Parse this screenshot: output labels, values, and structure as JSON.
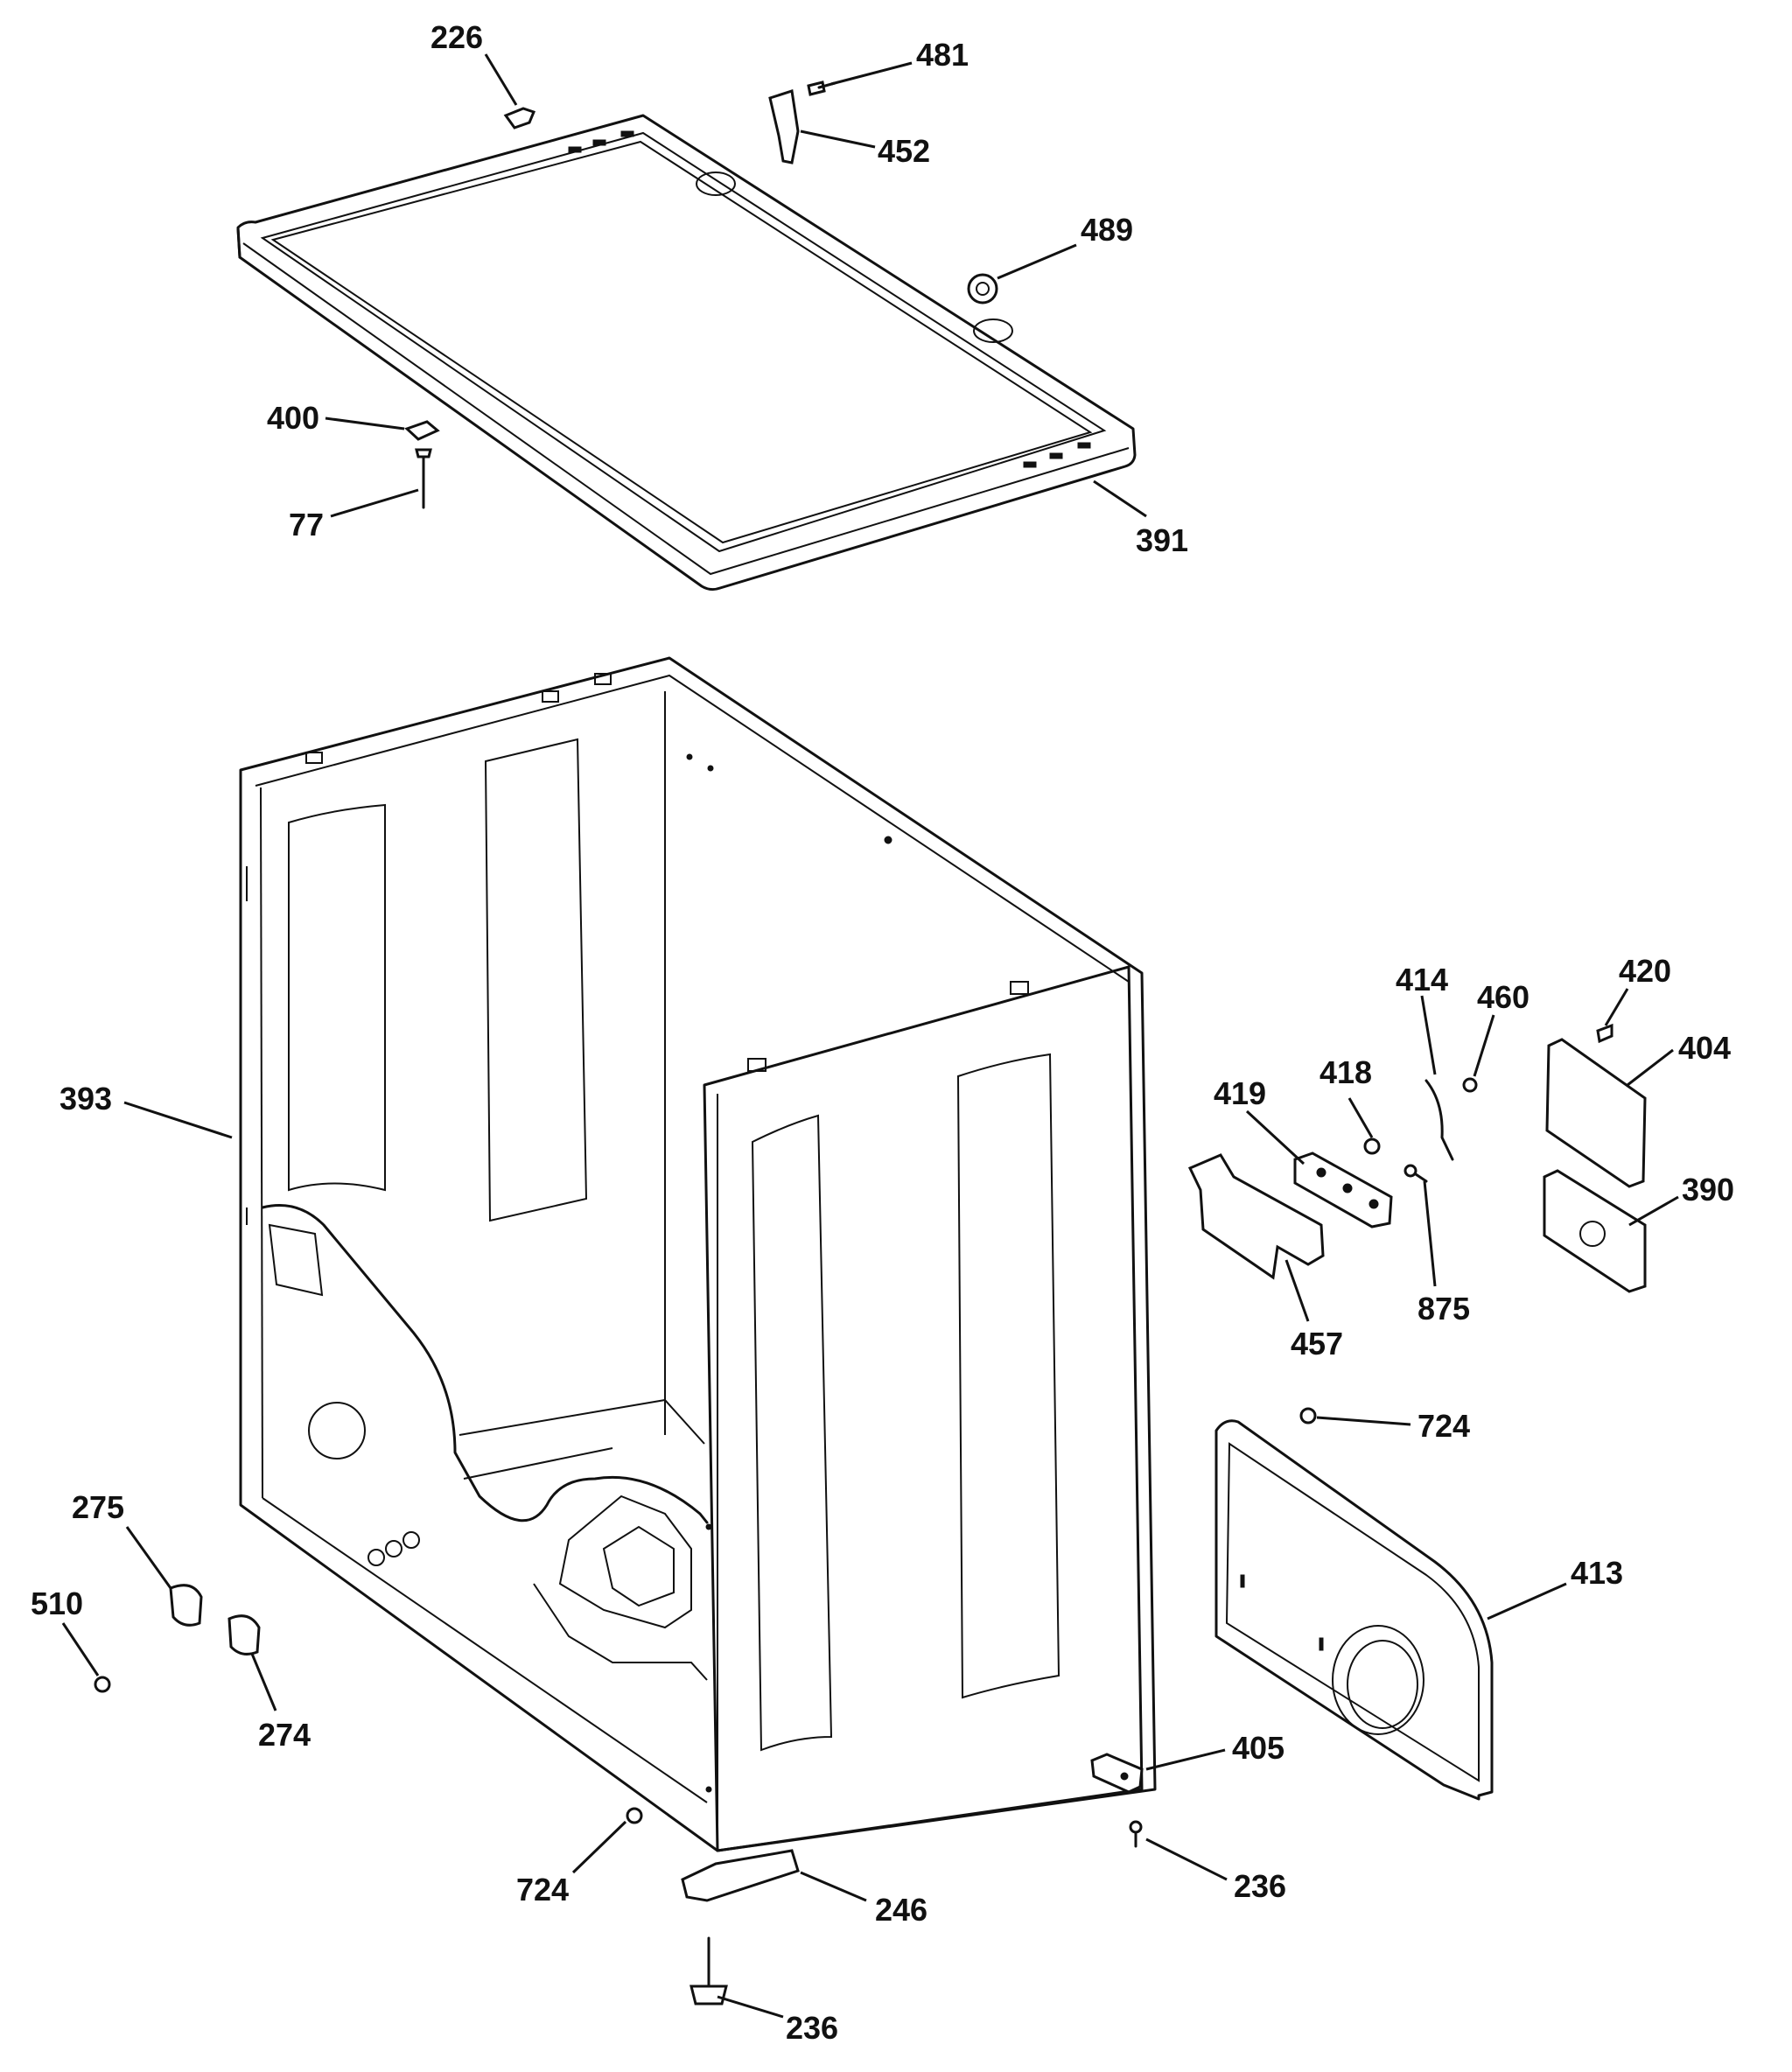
{
  "labels": [
    {
      "id": "226",
      "text": "226"
    },
    {
      "id": "481",
      "text": "481"
    },
    {
      "id": "452",
      "text": "452"
    },
    {
      "id": "489",
      "text": "489"
    },
    {
      "id": "400",
      "text": "400"
    },
    {
      "id": "77",
      "text": "77"
    },
    {
      "id": "391",
      "text": "391"
    },
    {
      "id": "393",
      "text": "393"
    },
    {
      "id": "414",
      "text": "414"
    },
    {
      "id": "420",
      "text": "420"
    },
    {
      "id": "460",
      "text": "460"
    },
    {
      "id": "404",
      "text": "404"
    },
    {
      "id": "418",
      "text": "418"
    },
    {
      "id": "419",
      "text": "419"
    },
    {
      "id": "390",
      "text": "390"
    },
    {
      "id": "875",
      "text": "875"
    },
    {
      "id": "457",
      "text": "457"
    },
    {
      "id": "724a",
      "text": "724"
    },
    {
      "id": "413",
      "text": "413"
    },
    {
      "id": "275",
      "text": "275"
    },
    {
      "id": "510",
      "text": "510"
    },
    {
      "id": "274",
      "text": "274"
    },
    {
      "id": "405",
      "text": "405"
    },
    {
      "id": "236a",
      "text": "236"
    },
    {
      "id": "724b",
      "text": "724"
    },
    {
      "id": "246",
      "text": "246"
    },
    {
      "id": "236b",
      "text": "236"
    }
  ]
}
